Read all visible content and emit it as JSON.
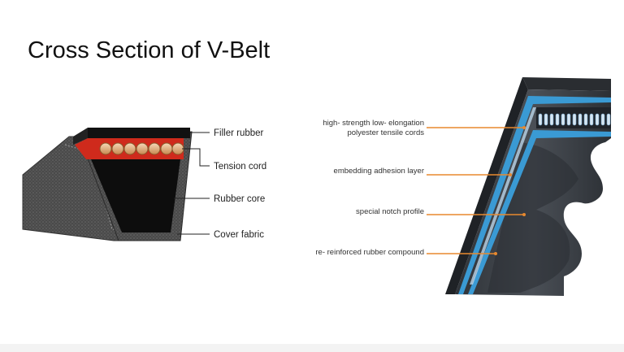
{
  "title": "Cross Section of V-Belt",
  "left_diagram": {
    "labels": {
      "filler": "Filler rubber",
      "tension": "Tension cord",
      "core": "Rubber core",
      "cover": "Cover fabric"
    }
  },
  "right_diagram": {
    "labels": {
      "cords_line1": "high- strength low- elongation",
      "cords_line2": "polyester tensile cords",
      "adhesion": "embedding adhesion layer",
      "notch": "special notch profile",
      "compound": "re- reinforced rubber compound"
    },
    "colors": {
      "leader_line": "#e8892f",
      "adhesion_layer": "#3a9ad4",
      "belt_body": "#3b3f45"
    }
  }
}
